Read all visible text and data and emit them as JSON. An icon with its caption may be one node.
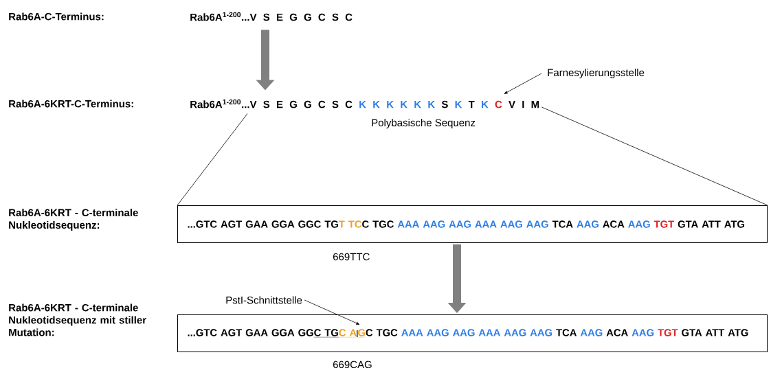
{
  "diagram": {
    "nodes": [
      {
        "text": [
          "Rab6A$^{1-200}$...V S E G G C S C"
        ]
      },
      {
        "text": [
          "Rab6A$^{1-200}$...V S E G G C S C",
          "K K K K K K",
          "S",
          "K",
          "T",
          "K",
          "C",
          "V I M"
        ]
      },
      {
        "text": [
          "Farnesylierungsstelle"
        ]
      },
      {
        "text": [
          "...GTC AGT GAA GGA GGC TG",
          "T TC",
          "C TGC",
          "AAA AAG AAG AAA AAG AAG",
          "TCA",
          "AAG",
          "ACA",
          "AAG",
          "TGT",
          "GTA ATT ATG"
        ],
        "beside": [
          "669TTC"
        ]
      },
      {
        "text": [
          "PstI-Schnittstelle"
        ]
      },
      {
        "text": [
          "...GTC AGT GAA GGA GG",
          "C TG",
          "C A",
          "G",
          "C TGC",
          "AAA AAG AAG AAA AAG AAG",
          "TCA",
          "AAG",
          "ACA",
          "AAG",
          "TGT",
          "GTA ATT ATG"
        ],
        "beside": [
          "669CAG"
        ]
      }
    ],
    "edges": [
      {
        "from": 0,
        "to": 1,
        "arrow": "to",
        "style": "thick",
        "color": "#808080"
      },
      {
        "from": 1,
        "to": 3,
        "arrow": "none"
      },
      {
        "from": 1,
        "to": 3,
        "arrow": "none"
      },
      {
        "from": 2,
        "to": 1,
        "arrow": "to"
      },
      {
        "from": 3,
        "to": 5,
        "arrow": "to",
        "style": "thick",
        "color": "#808080"
      },
      {
        "from": 4,
        "to": 5,
        "arrow": "to"
      }
    ],
    "labels": [
      "Rab6A-C-Terminus:",
      "Rab6A-6KRT-C-Terminus:",
      "Polybasische Sequenz",
      "Rab6A-6KRT - C-terminale Nukleotidsequenz:",
      "Rab6A-6KRT - C-terminale Nukleotidsequenz mit stiller Mutation:"
    ]
  }
}
